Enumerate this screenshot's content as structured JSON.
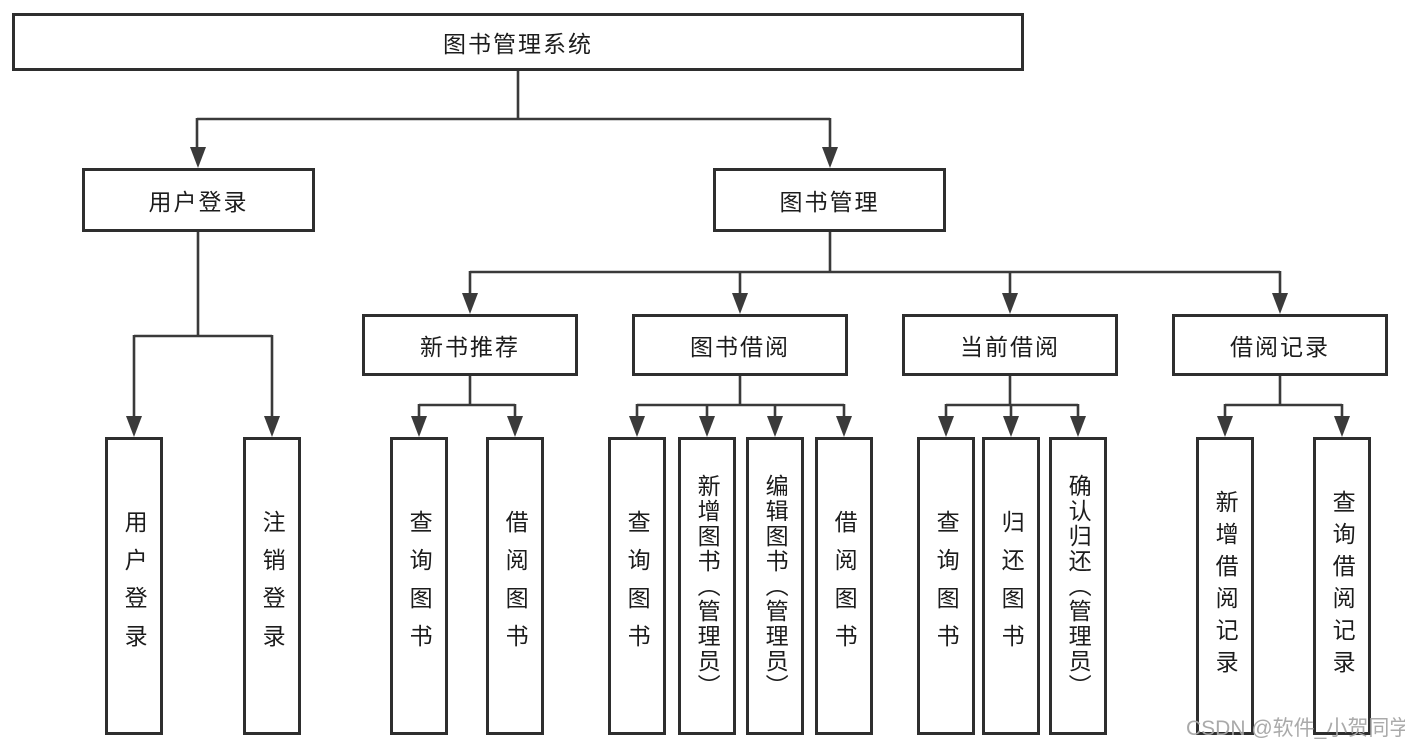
{
  "tree": {
    "root": {
      "label": "图书管理系统"
    },
    "user_login": {
      "label": "用户登录",
      "children": [
        {
          "label": "用户登录"
        },
        {
          "label": "注销登录"
        }
      ]
    },
    "book_mgmt": {
      "label": "图书管理",
      "sections": [
        {
          "label": "新书推荐",
          "children": [
            {
              "label": "查询图书"
            },
            {
              "label": "借阅图书"
            }
          ]
        },
        {
          "label": "图书借阅",
          "children": [
            {
              "label": "查询图书"
            },
            {
              "label": "新增图书（管理员）"
            },
            {
              "label": "编辑图书（管理员）"
            },
            {
              "label": "借阅图书"
            }
          ]
        },
        {
          "label": "当前借阅",
          "children": [
            {
              "label": "查询图书"
            },
            {
              "label": "归还图书"
            },
            {
              "label": "确认归还（管理员）"
            }
          ]
        },
        {
          "label": "借阅记录",
          "children": [
            {
              "label": "新增借阅记录"
            },
            {
              "label": "查询借阅记录"
            }
          ]
        }
      ]
    }
  },
  "watermark": {
    "text": "CSDN @软件_小贺同学"
  },
  "colors": {
    "line": "#3a3a3a",
    "box_border": "#2e2e2e",
    "text": "#1c1c1c",
    "watermark": "#a5a5a5",
    "background": "#ffffff"
  }
}
